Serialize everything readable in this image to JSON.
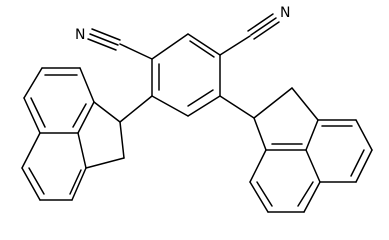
{
  "molecule": {
    "atom_labels": [
      {
        "id": "nitrile-n-left",
        "text": "N"
      },
      {
        "id": "nitrile-n-right",
        "text": "N"
      }
    ],
    "colors": {
      "bond": "#000000",
      "label": "#000000",
      "background": "#ffffff"
    }
  }
}
